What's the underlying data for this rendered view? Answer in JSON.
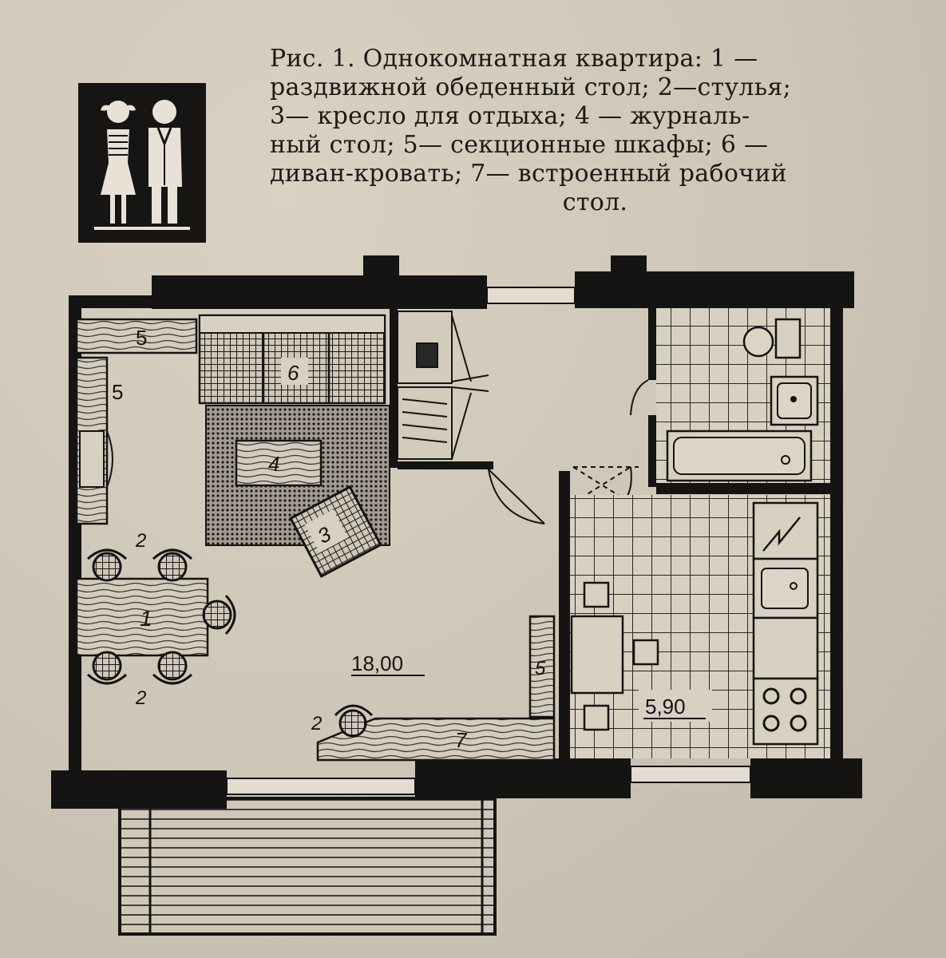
{
  "caption": {
    "line1": "Рис. 1. Однокомнатная квартира: 1 —",
    "line2": "раздвижной обеденный стол; 2—стулья;",
    "line3": "3— кресло для отдыха; 4 — журналь-",
    "line4": "ный стол; 5— секционные шкафы; 6 —",
    "line5": "диван-кровать; 7— встроенный рабочий",
    "line6": "стол."
  },
  "plan": {
    "labels": {
      "wardrobe_top": "5",
      "wardrobe_left": "5",
      "sofa_bed": "6",
      "coffee_table": "4",
      "armchair": "3",
      "dining_table": "1",
      "chairs_top": "2",
      "chairs_bottom": "2",
      "chair_desk": "2",
      "wardrobe_partition": "5",
      "desk": "7"
    },
    "areas": {
      "living_room": "18,00",
      "kitchen": "5,90"
    }
  },
  "colors": {
    "paper": "#cfc7b8",
    "ink": "#151413"
  },
  "icons": {
    "logo": "woman-and-man-pictogram"
  }
}
